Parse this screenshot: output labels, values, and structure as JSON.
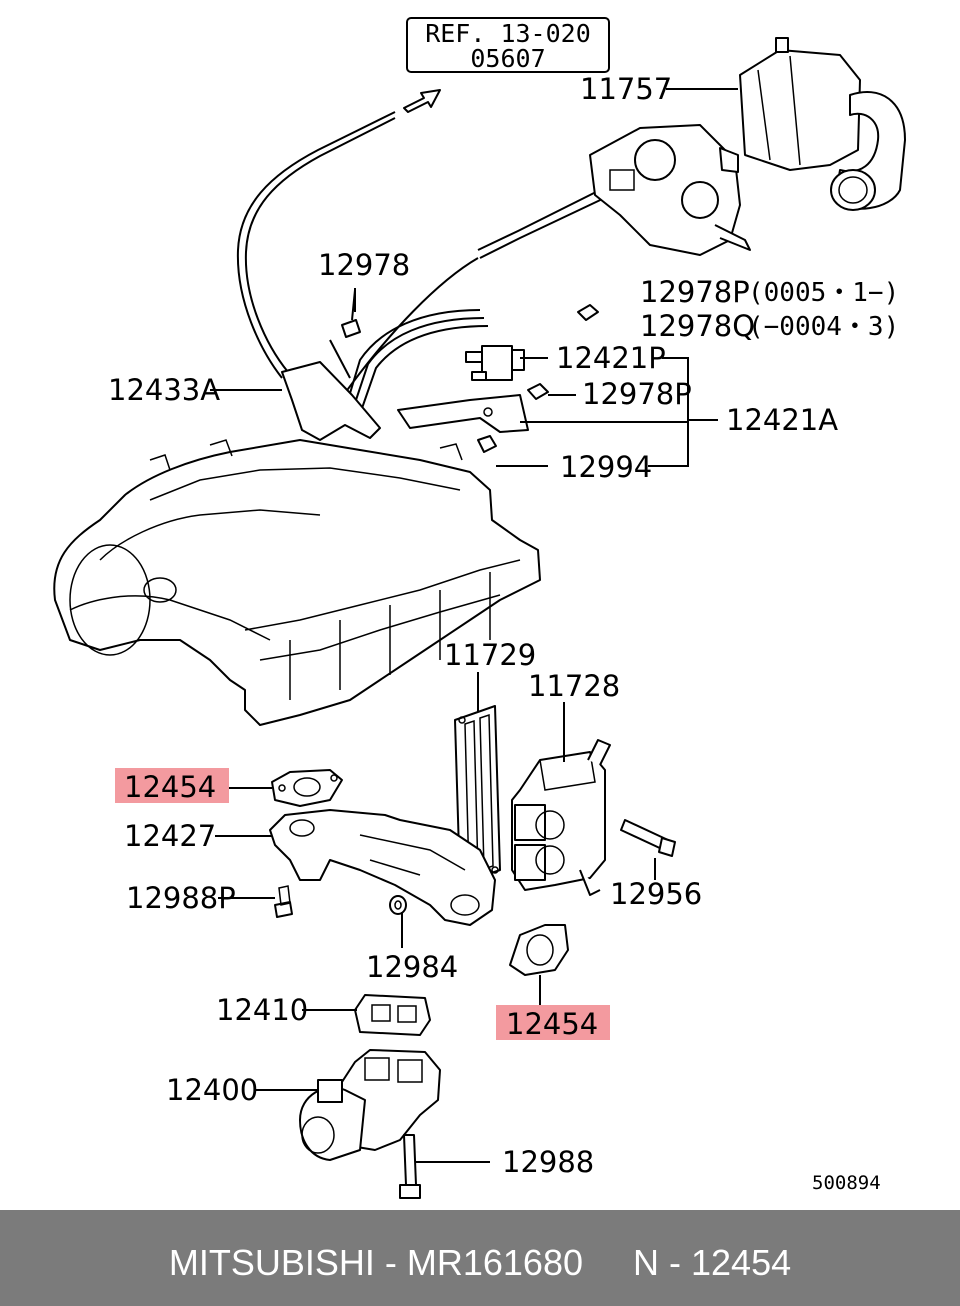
{
  "diagram": {
    "ref_line1": "REF. 13-020",
    "ref_line2": "05607",
    "diagram_code": "500894",
    "labels": {
      "p11757": "11757",
      "p12978": "12978",
      "p12978P_a": "12978P",
      "p12978P_a_note": "(0005・1−)",
      "p12978Q": "12978Q",
      "p12978Q_note": "(−0004・3)",
      "p12421P": "12421P",
      "p12433A": "12433A",
      "p12978P_b": "12978P",
      "p12421A": "12421A",
      "p12994": "12994",
      "p11729": "11729",
      "p11728": "11728",
      "p12454_a": "12454",
      "p12427": "12427",
      "p12988P": "12988P",
      "p12956": "12956",
      "p12984": "12984",
      "p12454_b": "12454",
      "p12410": "12410",
      "p12400": "12400",
      "p12988": "12988"
    },
    "highlight_color": "#f39a9f"
  },
  "footer": {
    "text": "MITSUBISHI - MR161680     N - 12454",
    "background": "#7b7b7b"
  }
}
